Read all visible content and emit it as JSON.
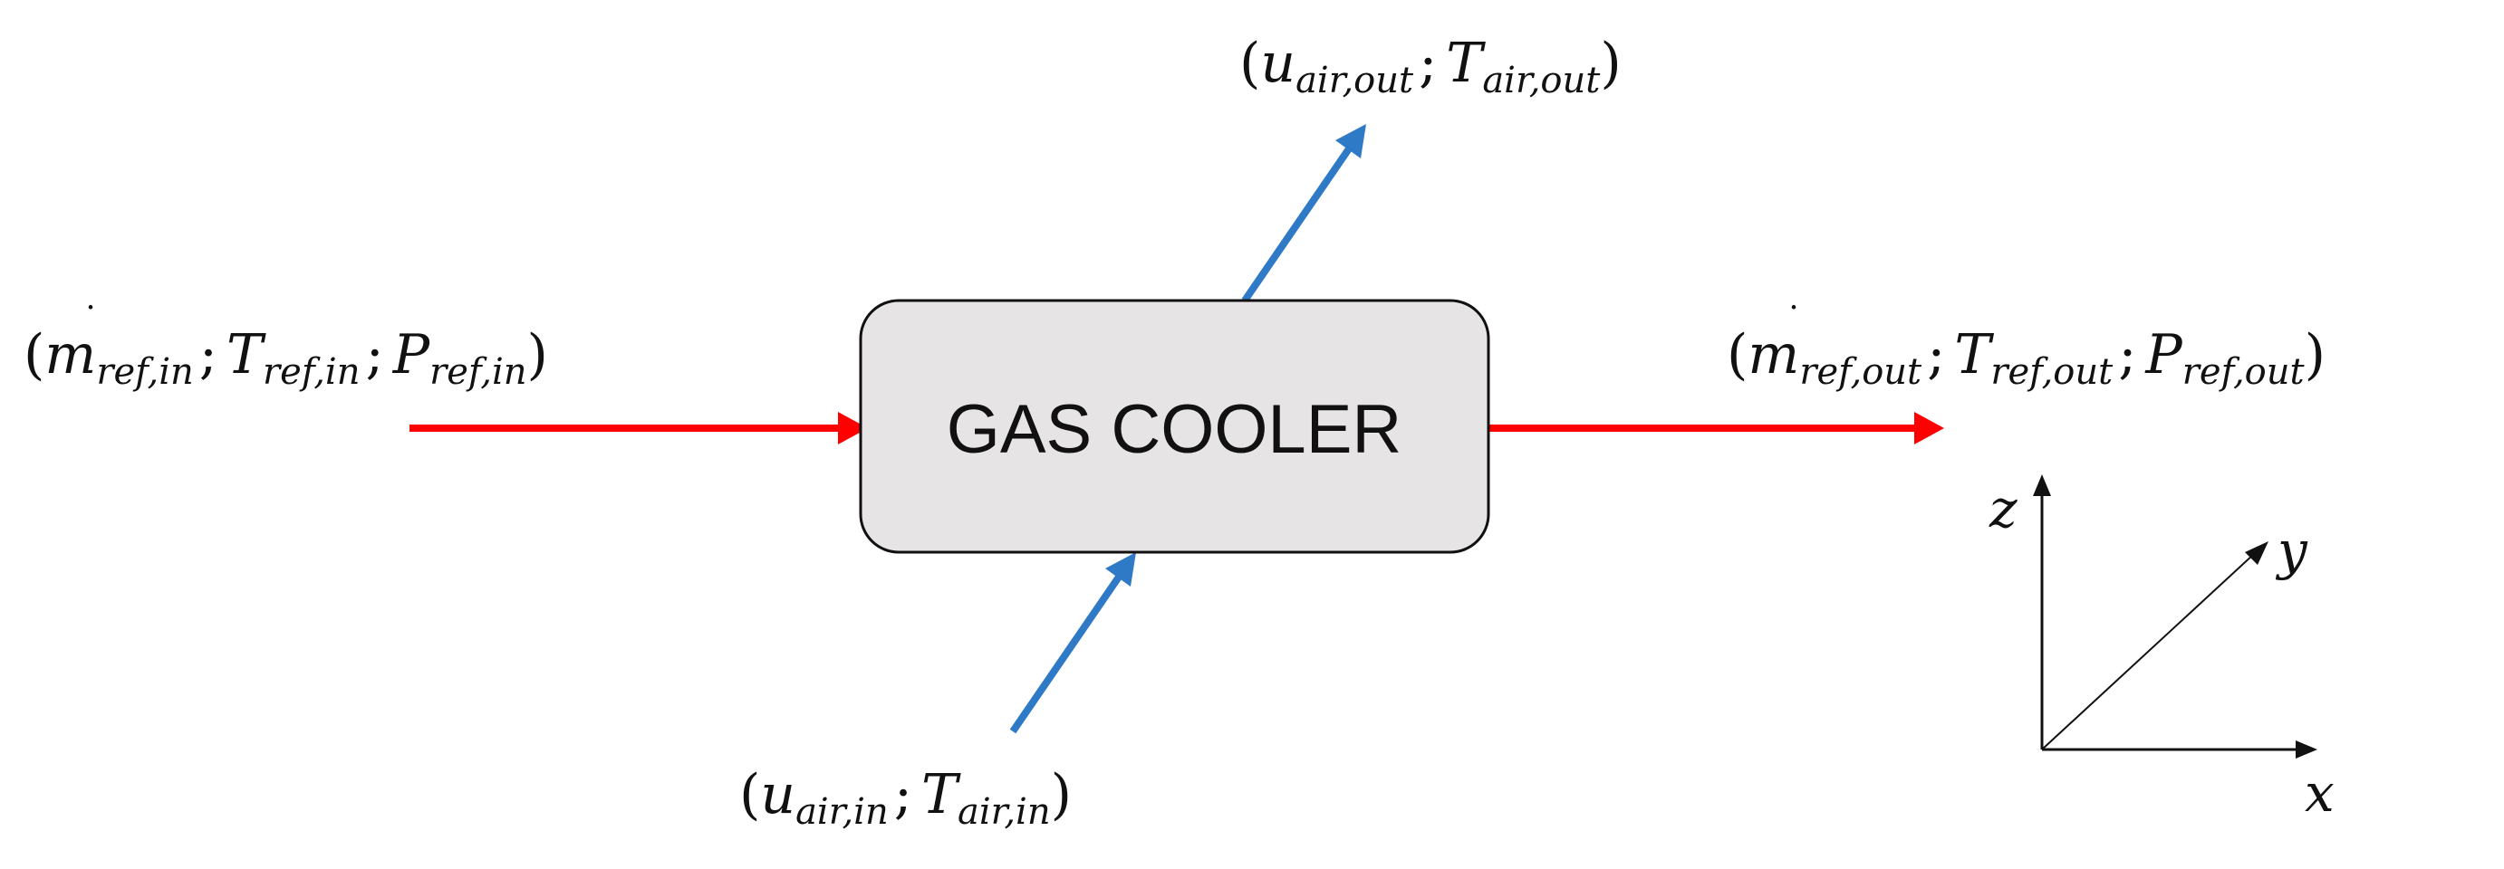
{
  "box": {
    "label": "GAS COOLER",
    "fill": "#e6e4e5",
    "stroke": "#111111"
  },
  "colors": {
    "refrigerant_arrow": "#ff0000",
    "air_arrow": "#2f7ac7",
    "axis": "#111111"
  },
  "labels": {
    "ref_in": {
      "open": "(",
      "m_dot": "m",
      "m_sub": "ref,in",
      "sep1": ";",
      "T": "T",
      "T_sub": "ref,in",
      "sep2": ";",
      "P": "P",
      "P_sub": "ref,in",
      "close": ")"
    },
    "ref_out": {
      "open": "(",
      "m_dot": "m",
      "m_sub": "ref,out",
      "sep1": ";",
      "T": "T",
      "T_sub": "ref,out",
      "sep2": ";",
      "P": "P",
      "P_sub": "ref,out",
      "close": ")"
    },
    "air_in": {
      "open": "(",
      "u": "u",
      "u_sub": "air,in",
      "sep": ";",
      "T": "T",
      "T_sub": "air,in",
      "close": ")"
    },
    "air_out": {
      "open": "(",
      "u": "u",
      "u_sub": "air,out",
      "sep": ";",
      "T": "T",
      "T_sub": "air,out",
      "close": ")"
    }
  },
  "axes": {
    "x": "x",
    "y": "y",
    "z": "z"
  }
}
